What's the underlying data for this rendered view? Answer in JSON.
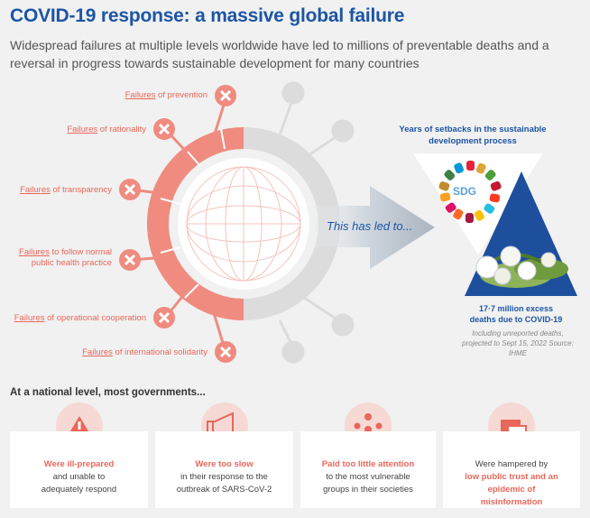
{
  "title": "COVID-19 response: a massive global failure",
  "subtitle": "Widespread failures at multiple levels worldwide have led to millions of preventable deaths and a reversal in progress towards sustainable development for many countries",
  "failures": [
    {
      "word": "Failures",
      "rest": " of prevention"
    },
    {
      "word": "Failures",
      "rest": " of rationality"
    },
    {
      "word": "Failures",
      "rest": " of transparency"
    },
    {
      "word": "Failures",
      "rest": " to follow normal public health practice"
    },
    {
      "word": "Failures",
      "rest": " of operational cooperation"
    },
    {
      "word": "Failures",
      "rest": " of international solidarity"
    }
  ],
  "arrow_text": "This has led to...",
  "sdg_heading": "Years of setbacks in the sustainable development process",
  "sdg_label": "SDG",
  "excess_deaths": "17·7 million excess deaths due to COVID-19",
  "excess_note": "Including unreported deaths, projected to Sept 15, 2022 Source: IHME",
  "national_heading": "At a national level, most governments...",
  "cards": [
    {
      "hl1": "Were ill-prepared",
      "text1": "and unable to adequately respond",
      "hl2": "",
      "icon": "warning-icon"
    },
    {
      "hl1": "Were too slow",
      "text1": "in their response to the outbreak of SARS-CoV-2",
      "hl2": "",
      "icon": "megaphone-icon"
    },
    {
      "hl1": "Paid too little attention",
      "text1": "to the most vulnerable groups in their societies",
      "hl2": "",
      "icon": "people-icon"
    },
    {
      "hl1": "",
      "text1": "Were hampered by",
      "hl2": "low public trust and an epidemic of misinformation",
      "icon": "chat-icon"
    }
  ],
  "colors": {
    "accent": "#e8675a",
    "brand": "#1c55a4",
    "triangle": "#1d4f9c"
  }
}
